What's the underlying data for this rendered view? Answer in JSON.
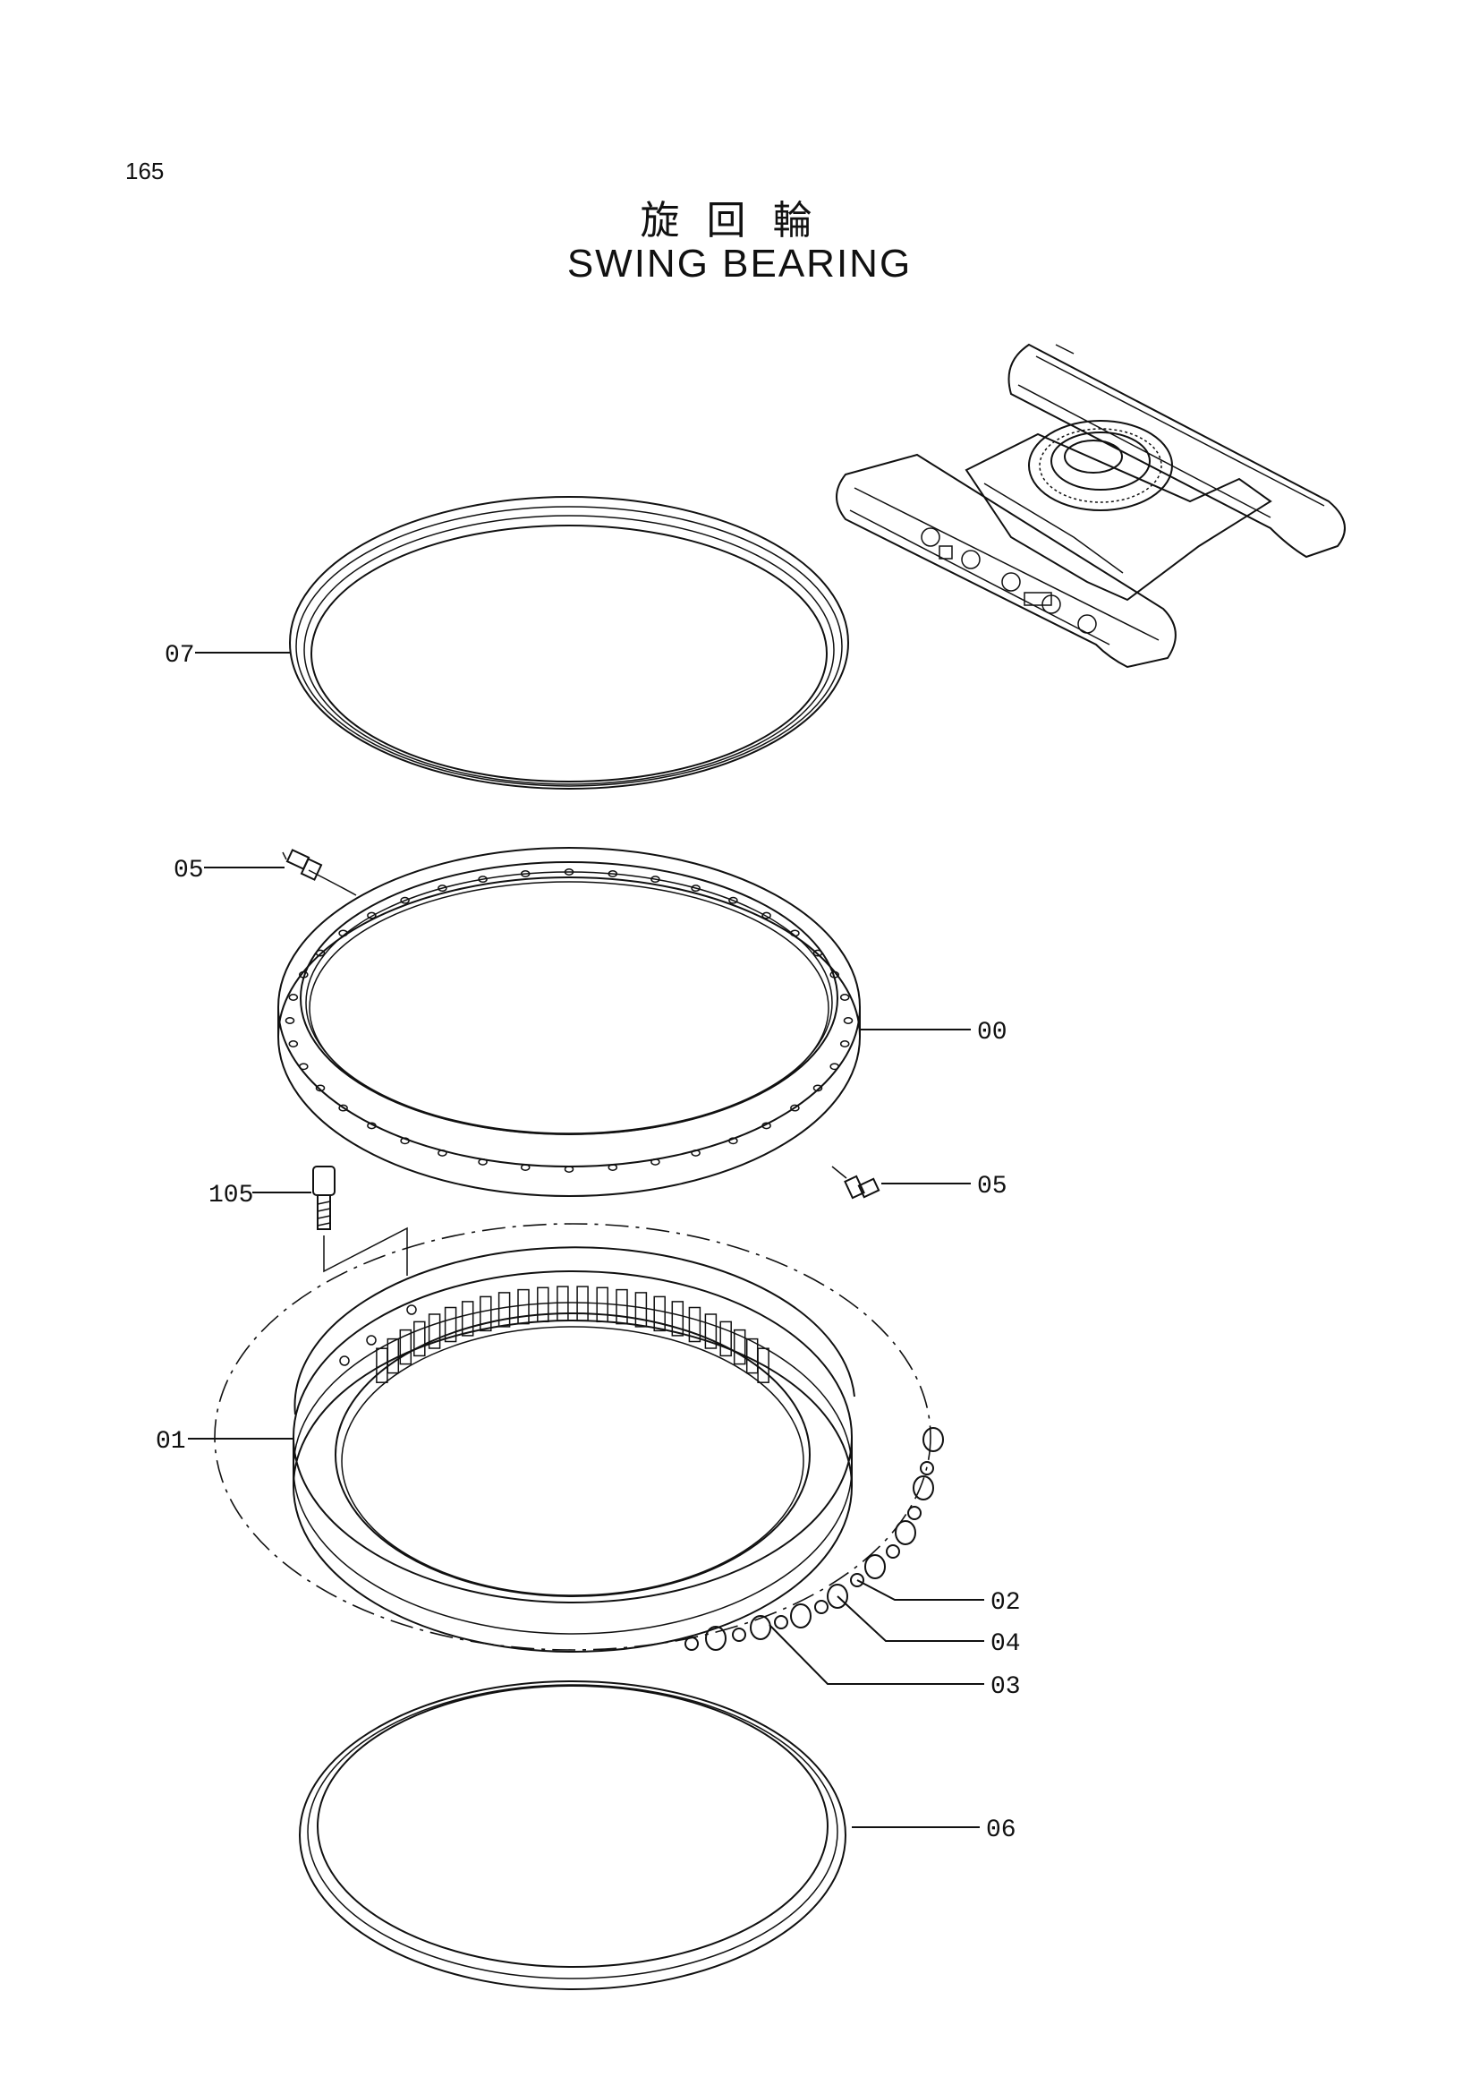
{
  "page": {
    "number": "165",
    "title_jp": "旋回輪",
    "title_en": "SWING BEARING"
  },
  "callouts": [
    {
      "id": "07",
      "label": "07"
    },
    {
      "id": "05a",
      "label": "05"
    },
    {
      "id": "00",
      "label": "00"
    },
    {
      "id": "05b",
      "label": "05"
    },
    {
      "id": "105",
      "label": "105"
    },
    {
      "id": "01",
      "label": "01"
    },
    {
      "id": "02",
      "label": "02"
    },
    {
      "id": "04",
      "label": "04"
    },
    {
      "id": "03",
      "label": "03"
    },
    {
      "id": "06",
      "label": "06"
    }
  ],
  "icons": {
    "machine": "undercarriage-icon",
    "ring": "bearing-ring-icon",
    "seal": "seal-ring-icon",
    "fitting": "grease-fitting-icon",
    "bolt": "bolt-icon",
    "gear": "gear-teeth-icon"
  }
}
